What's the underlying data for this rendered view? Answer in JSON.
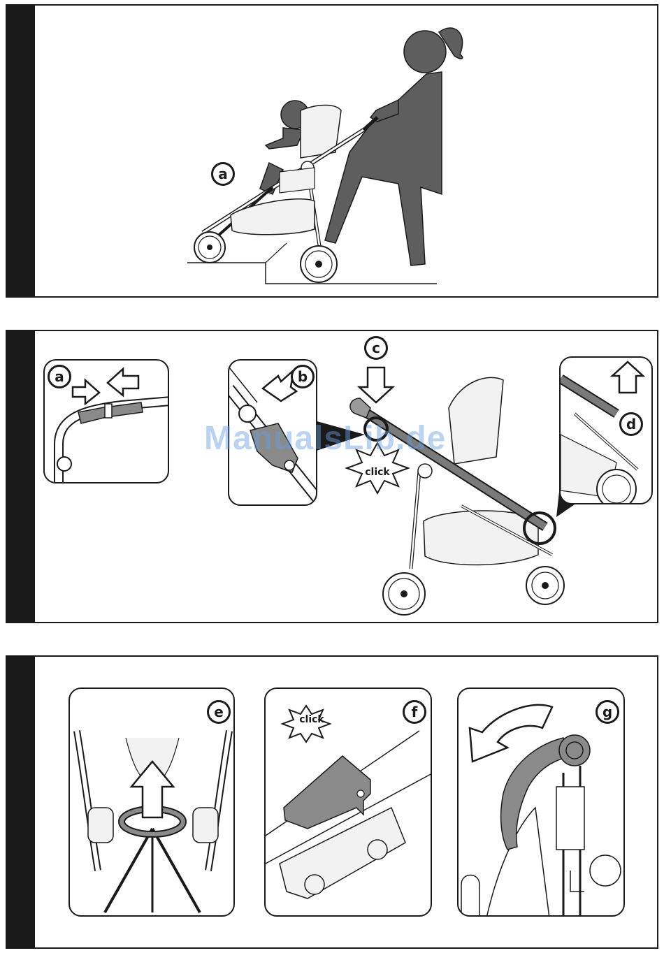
{
  "page": {
    "panels": [
      {
        "id": "panel-1",
        "labels": [
          "a"
        ]
      },
      {
        "id": "panel-2",
        "labels": [
          "a",
          "b",
          "c",
          "d"
        ],
        "click_label": "click"
      },
      {
        "id": "panel-3",
        "labels": [
          "e",
          "f",
          "g"
        ],
        "click_label": "click"
      }
    ],
    "watermark": "ManualsLib.de"
  }
}
